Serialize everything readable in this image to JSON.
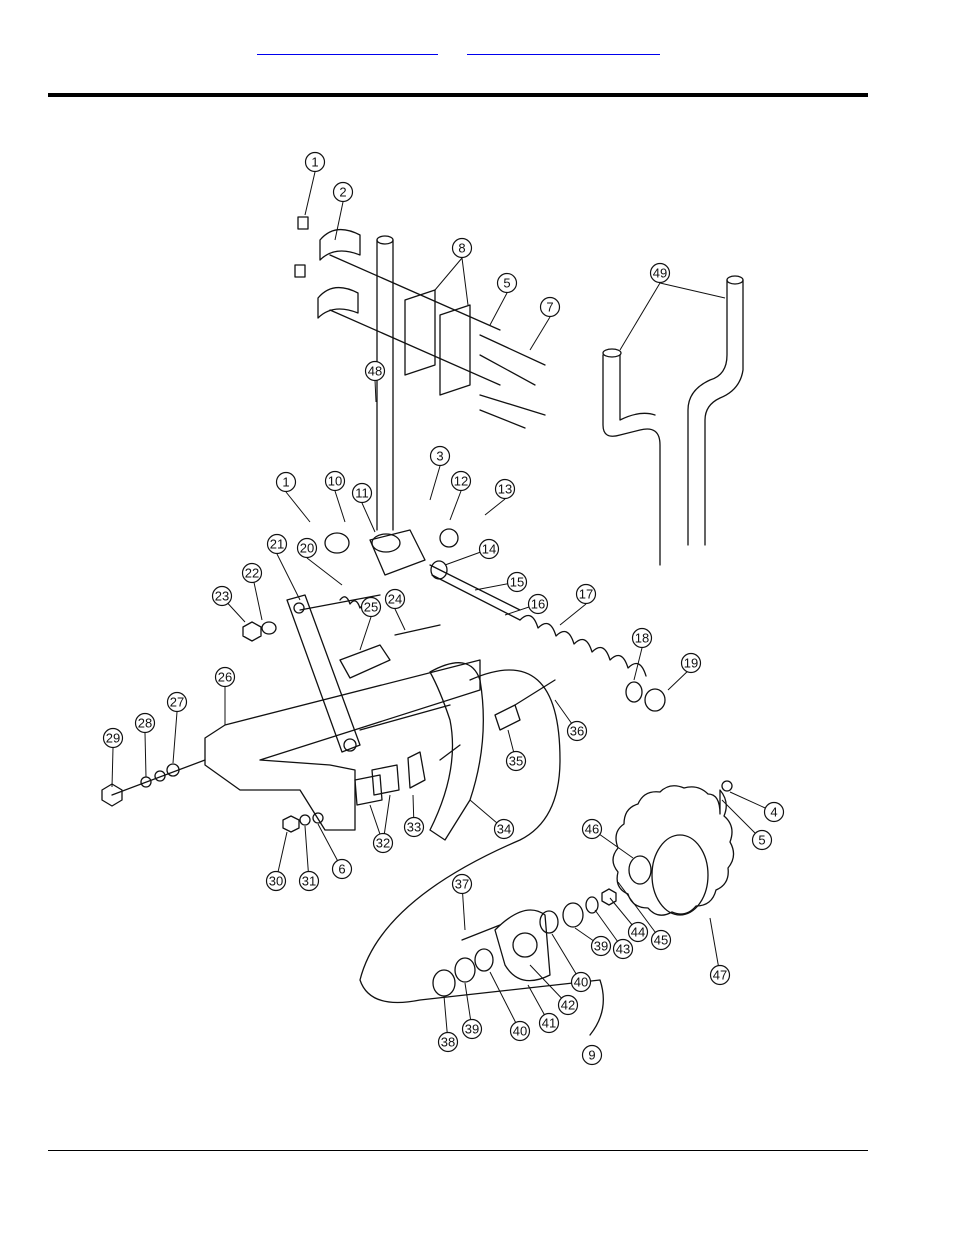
{
  "header": {
    "links": [
      "",
      ""
    ]
  },
  "diagram": {
    "callouts": [
      "1",
      "2",
      "8",
      "5",
      "7",
      "49",
      "48",
      "3",
      "1",
      "10",
      "11",
      "12",
      "13",
      "14",
      "15",
      "16",
      "17",
      "18",
      "19",
      "21",
      "20",
      "22",
      "23",
      "25",
      "24",
      "26",
      "27",
      "28",
      "29",
      "36",
      "35",
      "4",
      "5",
      "34",
      "33",
      "32",
      "30",
      "31",
      "6",
      "46",
      "45",
      "44",
      "43",
      "39",
      "40",
      "47",
      "37",
      "42",
      "41",
      "40",
      "39",
      "38",
      "9"
    ]
  }
}
